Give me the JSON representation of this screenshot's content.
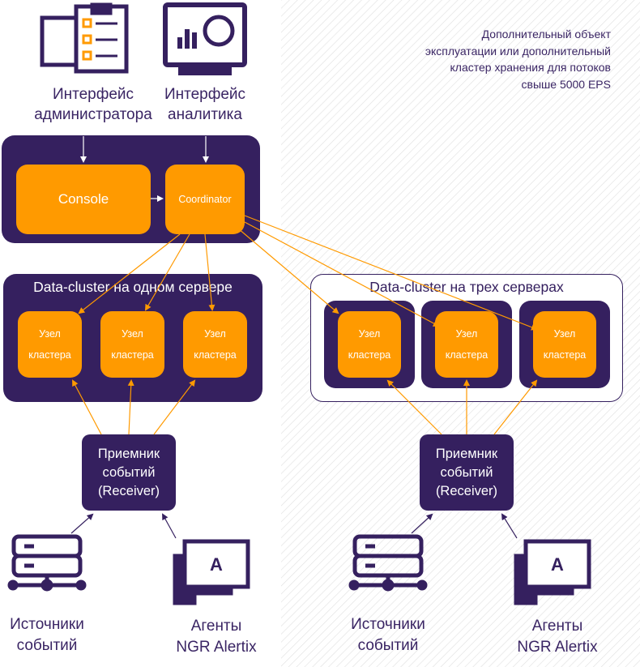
{
  "top": {
    "admin_interface": [
      "Интерфейс",
      "администратора"
    ],
    "analyst_interface": [
      "Интерфейс",
      "аналитика"
    ]
  },
  "note": [
    "Дополнительный объект",
    "эксплуатации или дополнительный",
    "кластер хранения для потоков",
    "свыше 5000 EPS"
  ],
  "core": {
    "console": "Console",
    "coordinator": "Coordinator"
  },
  "cluster_single": {
    "title": "Data-cluster на одном сервере",
    "node_label": [
      "Узел",
      "кластера"
    ]
  },
  "cluster_triple": {
    "title": "Data-cluster на трех серверах",
    "node_label": [
      "Узел",
      "кластера"
    ]
  },
  "receiver": [
    "Приемник",
    "событий",
    "(Receiver)"
  ],
  "sources": [
    "Источники",
    "событий"
  ],
  "agents": [
    "Агенты",
    "NGR Alertix"
  ],
  "agent_icon_letter": "A",
  "colors": {
    "purple": "#35205f",
    "orange": "#ff9a00",
    "hatch": "#d9d9d9"
  }
}
